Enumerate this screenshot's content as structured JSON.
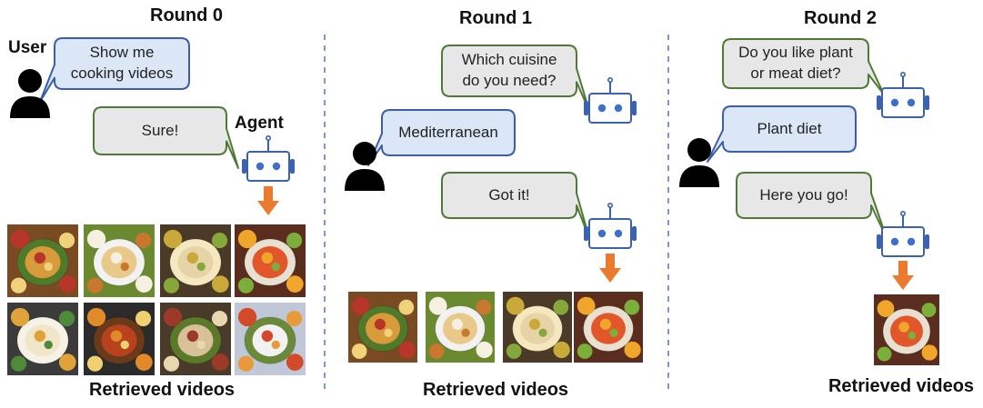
{
  "rounds": [
    {
      "title": "Round 0",
      "caption": "Retrieved videos",
      "user_label": "User",
      "agent_label": "Agent",
      "messages": {
        "user": "Show me\ncooking videos",
        "agent": "Sure!"
      },
      "video_count": 8
    },
    {
      "title": "Round 1",
      "caption": "Retrieved videos",
      "messages": {
        "agent_question": "Which cuisine\ndo you need?",
        "user": "Mediterranean",
        "agent": "Got it!"
      },
      "video_count": 4
    },
    {
      "title": "Round 2",
      "caption": "Retrieved videos",
      "messages": {
        "agent_question": "Do you like plant\nor meat diet?",
        "user": "Plant diet",
        "agent": "Here you go!"
      },
      "video_count": 1
    }
  ],
  "colors": {
    "user_bubble_fill": "#dbe6f6",
    "user_bubble_stroke": "#3a5ea8",
    "agent_bubble_fill": "#e7e7e7",
    "agent_bubble_stroke": "#4f7a35",
    "robot_stroke": "#3a62b0",
    "robot_eye": "#3f6fc8",
    "arrow": "#ea7a2e",
    "divider": "#5b7fbf",
    "person": "#000000"
  }
}
